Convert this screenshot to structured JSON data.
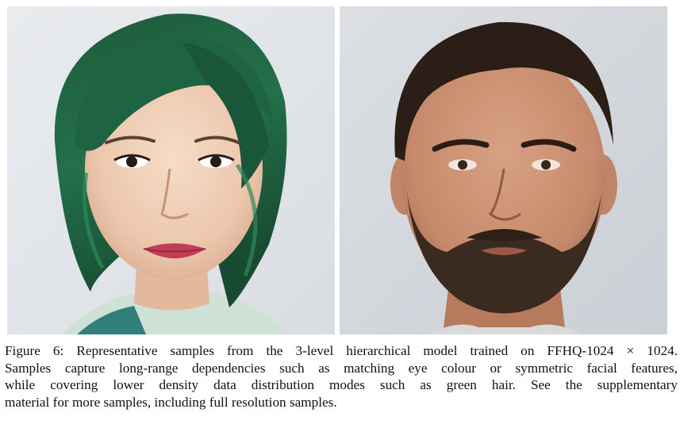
{
  "figure": {
    "caption_lines": [
      "Figure 6: Representative samples from the 3-level hierarchical model trained on FFHQ-1024 × 1024.",
      "Samples capture long-range dependencies such as matching eye colour or symmetric facial features,",
      "while covering lower density data distribution modes such as green hair.  See the supplementary",
      "material for more samples, including full resolution samples."
    ],
    "images": [
      {
        "name": "woman-green-hair"
      },
      {
        "name": "man-beard"
      }
    ]
  }
}
